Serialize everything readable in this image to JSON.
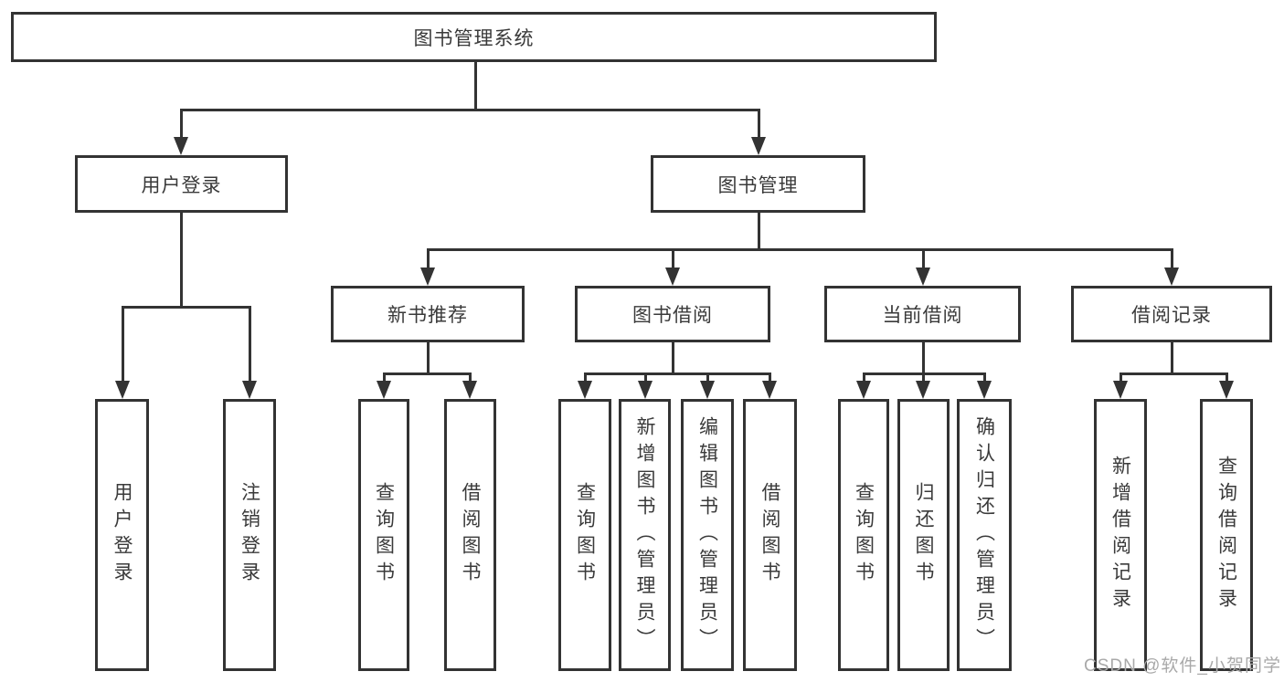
{
  "tree": {
    "root": {
      "label": "图书管理系统",
      "children": [
        {
          "label": "用户登录",
          "children": [
            {
              "label": "用户登录"
            },
            {
              "label": "注销登录"
            }
          ]
        },
        {
          "label": "图书管理",
          "children": [
            {
              "label": "新书推荐",
              "children": [
                {
                  "label": "查询图书"
                },
                {
                  "label": "借阅图书"
                }
              ]
            },
            {
              "label": "图书借阅",
              "children": [
                {
                  "label": "查询图书"
                },
                {
                  "label": "新增图书（管理员）"
                },
                {
                  "label": "编辑图书（管理员）"
                },
                {
                  "label": "借阅图书"
                }
              ]
            },
            {
              "label": "当前借阅",
              "children": [
                {
                  "label": "查询图书"
                },
                {
                  "label": "归还图书"
                },
                {
                  "label": "确认归还（管理员）"
                }
              ]
            },
            {
              "label": "借阅记录",
              "children": [
                {
                  "label": "新增借阅记录"
                },
                {
                  "label": "查询借阅记录"
                }
              ]
            }
          ]
        }
      ]
    }
  },
  "watermark": "CSDN @软件_小贺同学",
  "colors": {
    "line": "#333333",
    "text": "#3a3a3a",
    "background": "#ffffff",
    "watermark": "#a9a9a9"
  }
}
